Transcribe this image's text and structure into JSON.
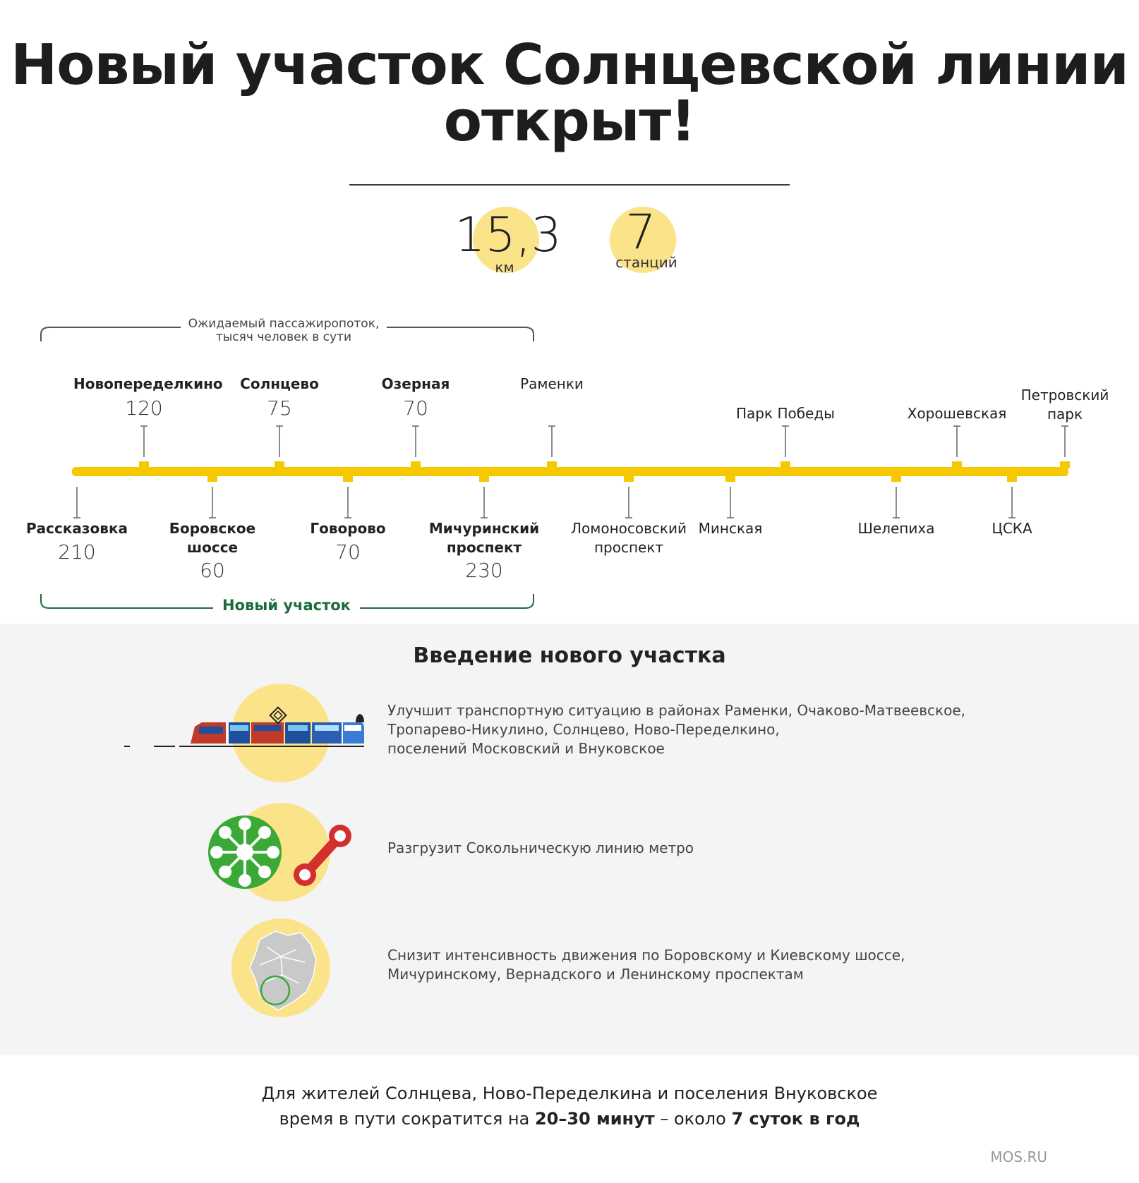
{
  "title": {
    "line1": "Новый участок Солнцевской линии",
    "line2": "открыт!"
  },
  "stats": [
    {
      "value": "15,3",
      "unit": "км"
    },
    {
      "value": "7",
      "unit": "станций"
    }
  ],
  "passenger_bracket": {
    "line1": "Ожидаемый пассажиропоток,",
    "line2": "тысяч человек в сути"
  },
  "new_section_label": "Новый участок",
  "line_color": "#f5c800",
  "stations_top": [
    {
      "name": "Новопеределкино",
      "value": "120",
      "new": true
    },
    {
      "name": "Солнцево",
      "value": "75",
      "new": true
    },
    {
      "name": "Озерная",
      "value": "70",
      "new": true
    },
    {
      "name": "Раменки",
      "value": "",
      "new": false
    },
    {
      "name": "Парк Победы",
      "value": "",
      "new": false
    },
    {
      "name": "Хорошевская",
      "value": "",
      "new": false
    },
    {
      "name": "Петровский",
      "name2": "парк",
      "value": "",
      "new": false
    }
  ],
  "stations_bottom": [
    {
      "name": "Рассказовка",
      "value": "210",
      "new": true
    },
    {
      "name": "Боровское",
      "name2": "шоссе",
      "value": "60",
      "new": true
    },
    {
      "name": "Говорово",
      "value": "70",
      "new": true
    },
    {
      "name": "Мичуринский",
      "name2": "проспект",
      "value": "230",
      "new": true
    },
    {
      "name": "Ломоносовский",
      "name2": "проспект",
      "value": "",
      "new": false
    },
    {
      "name": "Минская",
      "value": "",
      "new": false
    },
    {
      "name": "Шелепиха",
      "value": "",
      "new": false
    },
    {
      "name": "ЦСКА",
      "value": "",
      "new": false
    }
  ],
  "section": {
    "title": "Введение нового участка",
    "items": [
      {
        "icon": "train-icon",
        "lines": [
          "Улучшит транспортную ситуацию в районах Раменки, Очаково-Матвеевское,",
          "Тропарево-Никулино, Солнцево, Ново-Переделкино,",
          "поселений Московский и Внуковское"
        ]
      },
      {
        "icon": "metro-network-icon",
        "lines": [
          "Разгрузит Сокольническую линию метро"
        ]
      },
      {
        "icon": "moscow-map-icon",
        "lines": [
          "Снизит интенсивность движения по Боровскому и Киевскому шоссе,",
          "Мичуринскому, Вернадского и Ленинскому проспектам"
        ]
      }
    ]
  },
  "bottom": {
    "line1": "Для жителей Солнцева, Ново-Переделкина и поселения Внуковское",
    "line2_pre": "время в пути сократится на ",
    "line2_bold1": "20–30 минут",
    "line2_mid": " – около ",
    "line2_bold2": "7 суток в год"
  },
  "credit": "MOS.RU"
}
